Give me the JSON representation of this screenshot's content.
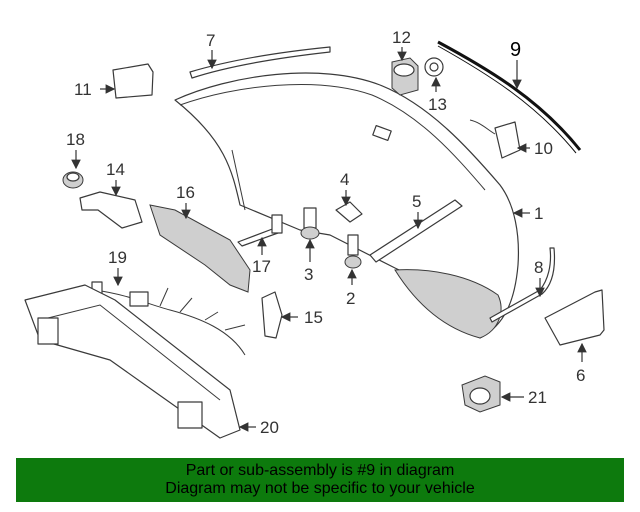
{
  "diagram": {
    "callouts": [
      "1",
      "2",
      "3",
      "4",
      "5",
      "6",
      "7",
      "8",
      "9",
      "10",
      "11",
      "12",
      "13",
      "14",
      "15",
      "16",
      "17",
      "18",
      "19",
      "20",
      "21"
    ],
    "highlighted": "9"
  },
  "banner": {
    "line1": "Part or sub-assembly is #9 in diagram",
    "line2": "Diagram may not be specific to your vehicle",
    "color": "#0d7a0d"
  }
}
